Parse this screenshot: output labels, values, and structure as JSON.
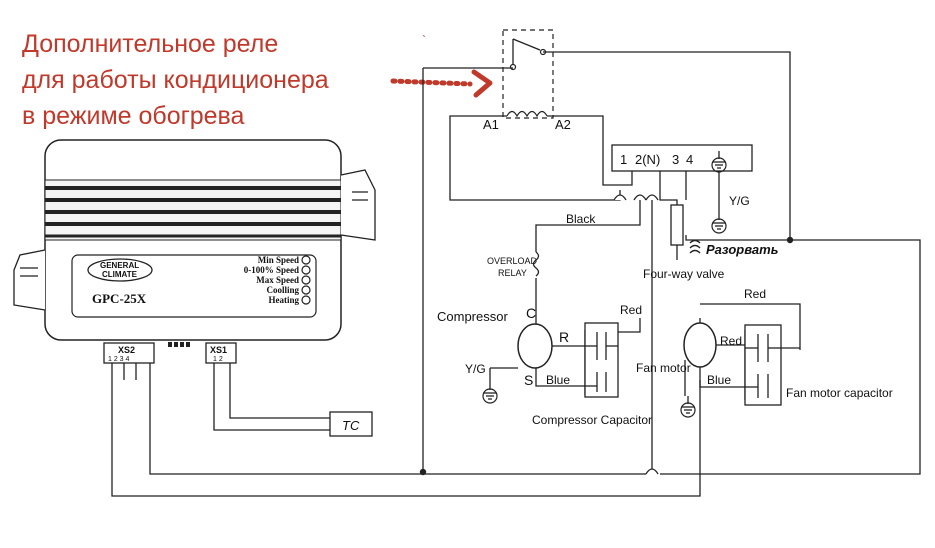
{
  "annotation": {
    "lines": [
      "Дополнительное реле",
      "для работы кондиционера",
      "в режиме обогрева"
    ],
    "color": "#c0392b"
  },
  "relay": {
    "terminal_a1": "A1",
    "terminal_a2": "A2"
  },
  "controller": {
    "brand_line1": "GENERAL",
    "brand_line2": "CLIMATE",
    "model": "GPC-25X",
    "indicators": [
      "Min Speed",
      "0-100% Speed",
      "Max Speed",
      "Coolling",
      "Heating"
    ],
    "connector_xs2": {
      "name": "XS2",
      "pins": "1 2 3 4"
    },
    "connector_xs1": {
      "name": "XS1",
      "pins": "1 2"
    }
  },
  "sensor": {
    "label": "TC"
  },
  "terminal_block": {
    "labels": [
      "1",
      "2(N)",
      "3",
      "4"
    ]
  },
  "labels": {
    "black": "Black",
    "yg_top": "Y/G",
    "cut": "Разорвать",
    "overload_1": "OVERLOAD",
    "overload_2": "RELAY",
    "four_way": "Four-way valve",
    "compressor": "Compressor",
    "c": "C",
    "r": "R",
    "s": "S",
    "red_comp": "Red",
    "blue_comp": "Blue",
    "yg_comp": "Y/G",
    "comp_capacitor": "Compressor Capacitor",
    "red_top": "Red",
    "red_fan": "Red",
    "blue_fan": "Blue",
    "fan_motor": "Fan motor",
    "fan_capacitor": "Fan motor capacitor"
  }
}
